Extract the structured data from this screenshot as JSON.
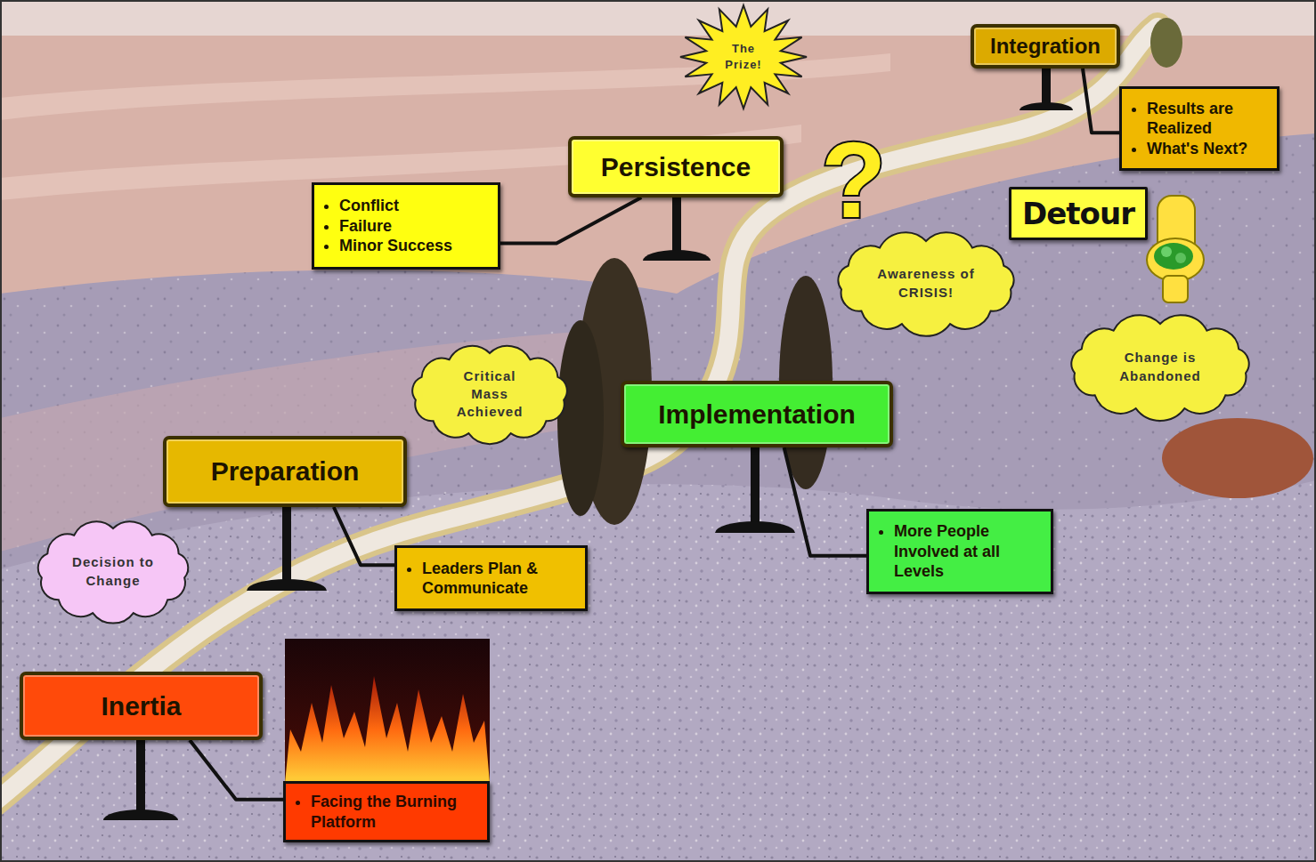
{
  "diagram": {
    "nodes": [
      {
        "text": [
          "Inertia"
        ]
      },
      {
        "text": [
          "Facing the Burning Platform"
        ]
      },
      {
        "text": [
          "Decision to Change"
        ]
      },
      {
        "text": [
          "Preparation"
        ]
      },
      {
        "text": [
          "Leaders Plan & Communicate"
        ]
      },
      {
        "text": [
          "Critical Mass Achieved"
        ]
      },
      {
        "text": [
          "Implementation"
        ]
      },
      {
        "text": [
          "More People Involved at all Levels"
        ]
      },
      {
        "text": [
          "Persistence"
        ]
      },
      {
        "text": [
          "Conflict",
          "Failure",
          "Minor Success"
        ]
      },
      {
        "text": [
          "Awareness of CRISIS!"
        ]
      },
      {
        "text": [
          "Detour"
        ]
      },
      {
        "text": [
          "Change is Abandoned"
        ]
      },
      {
        "text": [
          "Integration"
        ]
      },
      {
        "text": [
          "Results are Realized",
          "What's Next?"
        ]
      },
      {
        "text": [
          "The Prize!"
        ]
      }
    ],
    "edges": [
      {
        "from": 0,
        "to": 1,
        "arrow": "none"
      },
      {
        "from": 3,
        "to": 4,
        "arrow": "none"
      },
      {
        "from": 6,
        "to": 7,
        "arrow": "none"
      },
      {
        "from": 8,
        "to": 9,
        "arrow": "none"
      },
      {
        "from": 13,
        "to": 14,
        "arrow": "none"
      }
    ],
    "labels": [
      "?"
    ]
  }
}
